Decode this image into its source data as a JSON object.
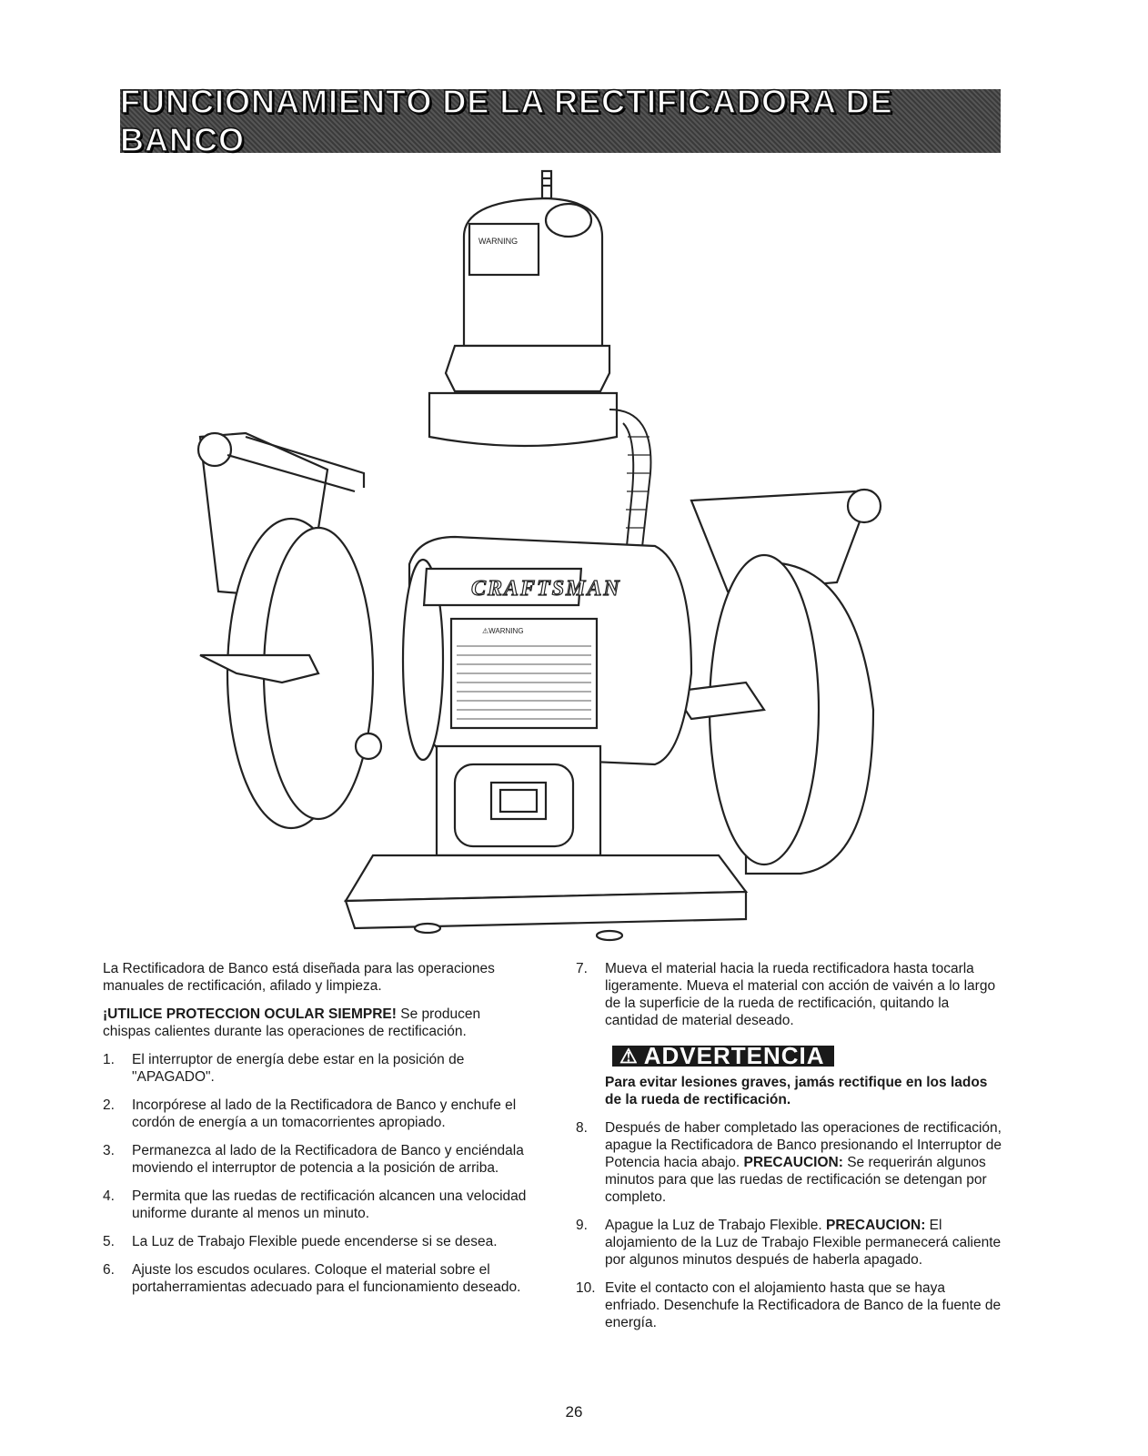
{
  "title": "FUNCIONAMIENTO DE LA RECTIFICADORA DE BANCO",
  "illustration": {
    "lamp_label": "WARNING",
    "brand": "CRAFTSMAN",
    "motor_label": "⚠WARNING"
  },
  "left_column": {
    "intro": "La Rectificadora de Banco está diseñada para las operaciones manuales de rectificación, afilado y limpieza.",
    "safety_bold": "¡UTILICE PROTECCION OCULAR SIEMPRE!",
    "safety_rest": " Se producen chispas calientes durante las operaciones de rectificación.",
    "steps": [
      {
        "num": "1.",
        "text": "El interruptor de energía debe estar en la posición de \"APAGADO\"."
      },
      {
        "num": "2.",
        "text": "Incorpórese al lado de la Rectificadora de Banco y enchufe el cordón de energía a un tomacorrientes apropiado."
      },
      {
        "num": "3.",
        "text": "Permanezca al lado de la Rectificadora de Banco y enciéndala moviendo el interruptor de potencia a la posición de arriba."
      },
      {
        "num": "4.",
        "text": "Permita que las ruedas de rectificación alcancen una velocidad uniforme durante al menos un minuto."
      },
      {
        "num": "5.",
        "text": "La Luz de Trabajo Flexible puede encenderse si se desea."
      },
      {
        "num": "6.",
        "text": "Ajuste los escudos oculares. Coloque el material sobre el portaherramientas adecuado para el funcionamiento deseado."
      }
    ]
  },
  "right_column": {
    "step7": {
      "num": "7.",
      "text": "Mueva el material hacia la rueda rectificadora hasta tocarla ligeramente. Mueva el material con acción de vaivén a lo largo de la superficie de la rueda de rectificación, quitando la cantidad de material deseado."
    },
    "warning_label": "ADVERTENCIA",
    "warning_text": "Para evitar lesiones graves, jamás rectifique en los lados de la rueda de rectificación.",
    "step8": {
      "num": "8.",
      "pre": "Después de haber completado las operaciones de rectificación, apague la Rectificadora de Banco presionando el Interruptor de Potencia hacia abajo. ",
      "bold": "PRECAUCION:",
      "post": " Se requerirán algunos minutos para que las ruedas de rectificación se detengan por completo."
    },
    "step9": {
      "num": "9.",
      "pre": "Apague la Luz de Trabajo Flexible. ",
      "bold": "PRECAUCION:",
      "post": " El alojamiento de la Luz de Trabajo Flexible permanecerá caliente por algunos minutos después de haberla apagado."
    },
    "step10": {
      "num": "10.",
      "text": "Evite el contacto con el alojamiento hasta que se haya enfriado. Desenchufe la Rectificadora de Banco de la fuente de energía."
    }
  },
  "page_number": "26"
}
